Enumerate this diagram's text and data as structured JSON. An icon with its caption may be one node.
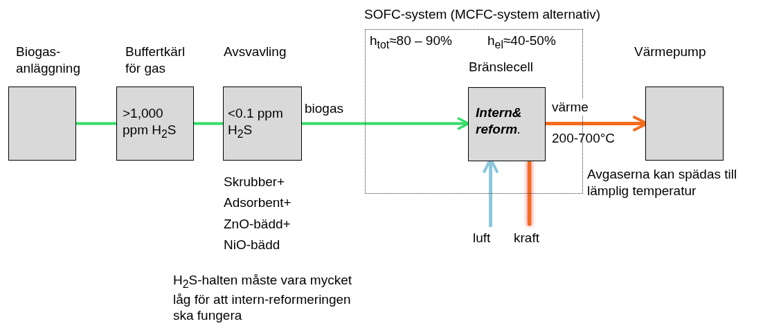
{
  "diagram": {
    "nodes": [
      {
        "text": [
          "Biogas- anläggning"
        ]
      },
      {
        "text": [
          "Buffertkärl för gas",
          ">1,000 ppm H$_{2}$S"
        ]
      },
      {
        "text": [
          "Avsvavling",
          "<0.1 ppm H$_{2}$S"
        ],
        "beside": [
          "Skrubber+ Adsorbent+ ZnO-bädd+ NiO-bädd"
        ]
      },
      {
        "text": [
          "SOFC-system (MCFC-system alternativ)",
          "h$_{tot}$≈80 – 90%",
          "h$_{el}$≈40-50%"
        ]
      },
      {
        "text": [
          "Bränslecell",
          "**Intern& reform**."
        ],
        "in": 3
      },
      {
        "text": [
          "Värmepump"
        ]
      },
      {
        "text": [
          "luft"
        ]
      },
      {
        "text": [
          "kraft"
        ]
      }
    ],
    "edges": [
      {
        "from": 0,
        "to": 1,
        "arrow": "none"
      },
      {
        "from": 1,
        "to": 2,
        "arrow": "none"
      },
      {
        "from": 2,
        "to": 4,
        "arrow": "to",
        "label": "biogas"
      },
      {
        "from": 4,
        "to": 5,
        "arrow": "to",
        "label": "värme",
        "color": "#f26b1d"
      },
      {
        "from": 6,
        "to": 4,
        "arrow": "to",
        "color": "#8cc7dc"
      },
      {
        "from": 4,
        "to": 7,
        "arrow": "none",
        "color": "#f26b1d"
      }
    ],
    "labels": [
      "200-700°C",
      "Avgaserna kan spädas till lämplig temperatur",
      "H$_{2}$S-halten måste vara mycket låg för att intern-reformeringen ska fungera"
    ]
  }
}
